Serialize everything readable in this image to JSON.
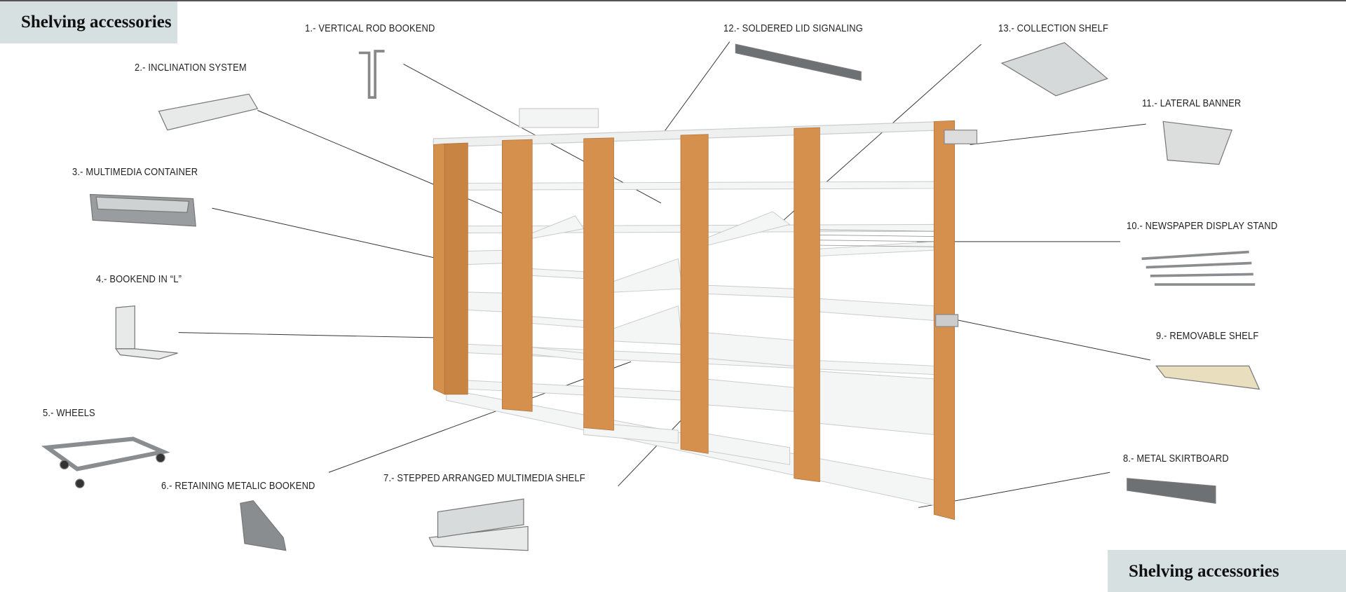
{
  "title_top": "Shelving accessories",
  "title_bottom": "Shelving accessories",
  "labels": [
    "1.- VERTICAL ROD BOOKEND",
    "2.- INCLINATION SYSTEM",
    "3.- MULTIMEDIA CONTAINER",
    "4.- BOOKEND IN “L”",
    "5.- WHEELS",
    "6.- RETAINING METALIC BOOKEND",
    "7.- STEPPED ARRANGED MULTIMEDIA SHELF",
    "8.- METAL SKIRTBOARD",
    "9.- REMOVABLE SHELF",
    "10.- NEWSPAPER DISPLAY STAND",
    "11.- LATERAL BANNER",
    "12.- SOLDERED LID SIGNALING",
    "13.- COLLECTION SHELF"
  ],
  "colors": {
    "wood": "#d4904c",
    "title_bg": "#d6e0e0",
    "metal": "#8a8d8f"
  }
}
